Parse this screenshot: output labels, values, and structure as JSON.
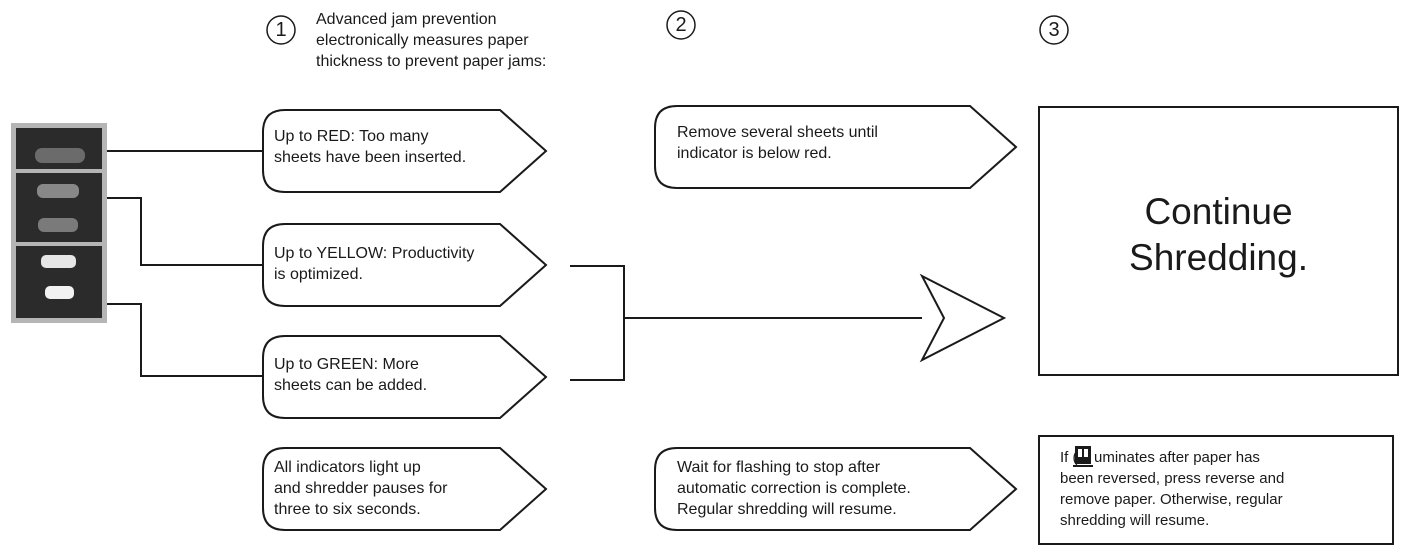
{
  "steps": {
    "step1": {
      "number": "1",
      "intro": [
        "Advanced jam prevention",
        "electronically measures paper",
        "thickness to prevent paper jams:"
      ]
    },
    "step2": {
      "number": "2"
    },
    "step3": {
      "number": "3"
    }
  },
  "indicators": {
    "red": [
      "Up to RED: Too many",
      "sheets have been inserted."
    ],
    "yellow": [
      "Up to YELLOW: Productivity",
      "is optimized."
    ],
    "green": [
      "Up to GREEN: More",
      "sheets can be added."
    ],
    "all": [
      "All indicators light up",
      "and shredder pauses for",
      "three to six seconds."
    ]
  },
  "actions": {
    "remove": [
      "Remove several sheets until",
      "indicator is below red."
    ],
    "wait": [
      "Wait for flashing to stop after",
      "automatic correction is complete.",
      "Regular shredding will resume."
    ]
  },
  "results": {
    "continue": [
      "Continue",
      "Shredding."
    ],
    "reverse_prefix": "If (",
    "reverse": [
      "uminates after paper has",
      "been reversed, press reverse and",
      "remove paper. Otherwise, regular",
      "shredding will resume."
    ]
  },
  "colors": {
    "ink": "#1a1a1a",
    "panel": "#2b2b2b",
    "panel_frame": "#b5b5b5",
    "indicator_dark": "#6b6b6b",
    "indicator_light": "#f2f2f2"
  },
  "icons": [
    "indicator-panel-icon",
    "reverse-button-icon"
  ]
}
